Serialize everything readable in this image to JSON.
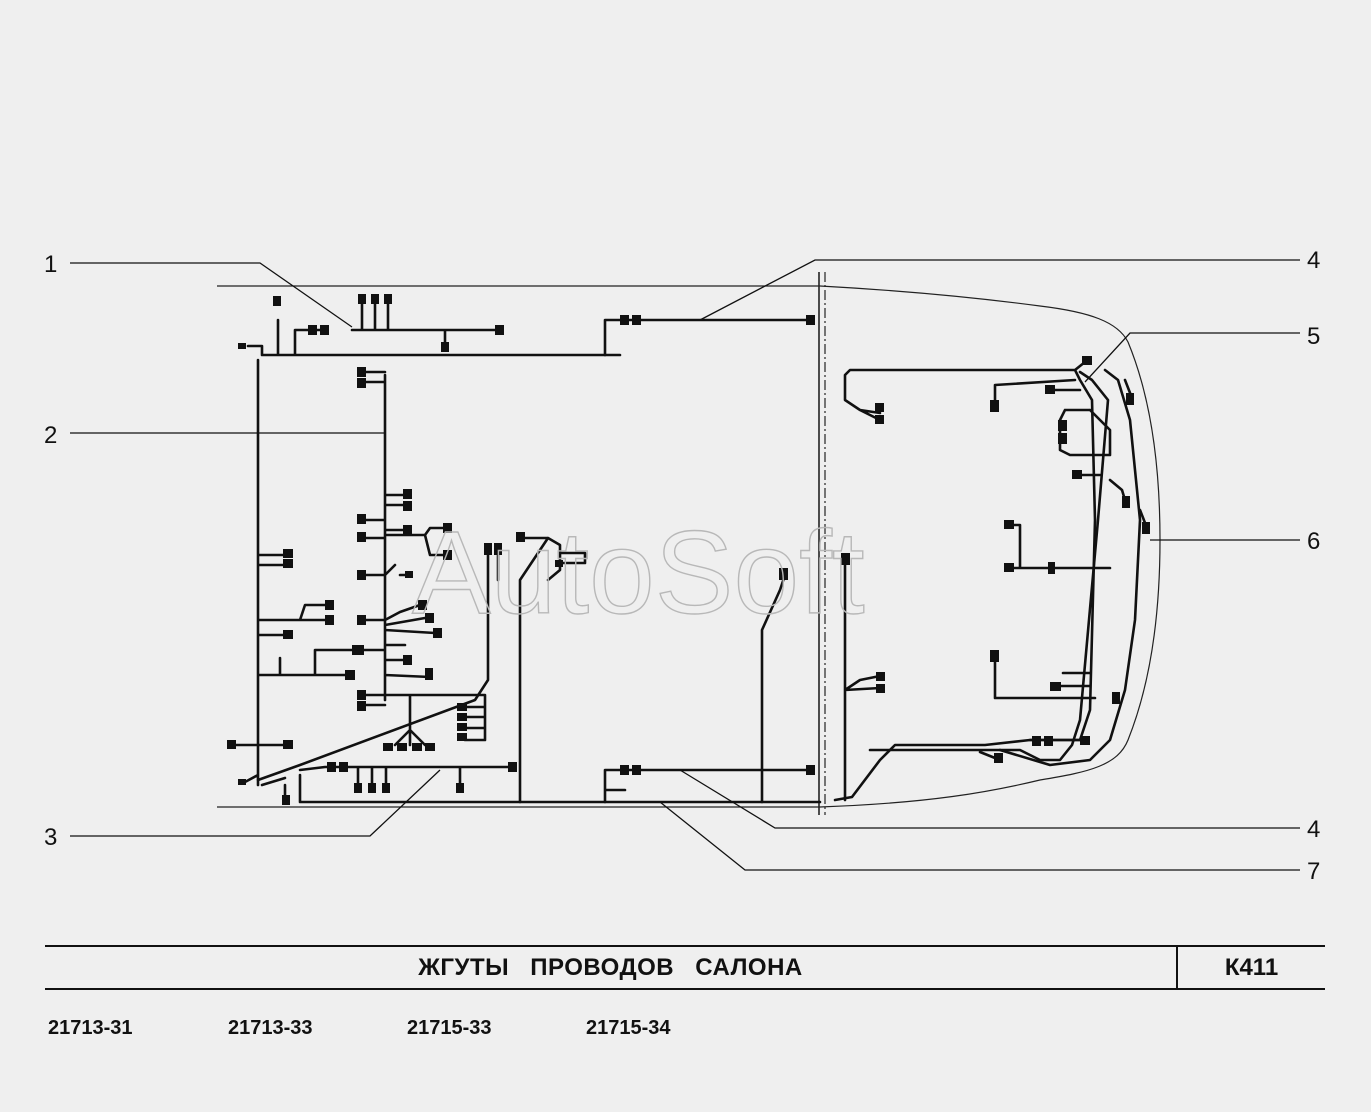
{
  "diagram": {
    "callouts": [
      "1",
      "2",
      "3",
      "4",
      "5",
      "6",
      "4",
      "7"
    ],
    "watermark": "AutoSoft"
  },
  "title_block": {
    "title": "ЖГУТЫ ПРОВОДОВ САЛОНА",
    "code": "К411"
  },
  "models": [
    "21713-31",
    "21713-33",
    "21715-33",
    "21715-34"
  ],
  "colors": {
    "background": "#efefef",
    "wire": "#111111",
    "watermark": "#b8b8b8"
  }
}
